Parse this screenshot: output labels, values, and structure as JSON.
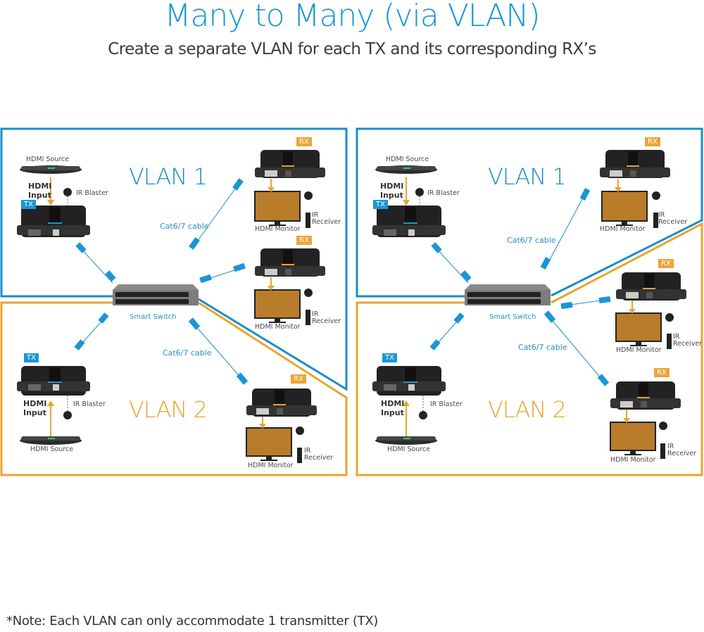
{
  "header": {
    "title": "Many to Many (via VLAN)",
    "subtitle": "Create a separate VLAN for each TX and its corresponding RX’s"
  },
  "footer": {
    "note": "*Note: Each VLAN can only accommodate 1 transmitter (TX)"
  },
  "colors": {
    "vlan1": "#1a8ccb",
    "vlan2": "#e8a530",
    "title": "#1a96d4",
    "tx_tag": "#1a96d4",
    "rx_tag": "#eea436"
  },
  "labels": {
    "vlan1": "VLAN 1",
    "vlan2": "VLAN 2",
    "tx": "TX",
    "rx": "RX",
    "hdmi_source": "HDMI Source",
    "hdmi_input_line1": "HDMI",
    "hdmi_input_line2": "Input",
    "ir_blaster": "IR Blaster",
    "ir_receiver_line1": "IR",
    "ir_receiver_line2": "Receiver",
    "hdmi_monitor": "HDMI Monitor",
    "cable": "Cat6/7 cable",
    "switch": "Smart Switch"
  },
  "panels": [
    {
      "id": "left",
      "vlan1_receivers": 2,
      "vlan2_receivers": 1
    },
    {
      "id": "right",
      "vlan1_receivers": 1,
      "vlan2_receivers": 2
    }
  ]
}
